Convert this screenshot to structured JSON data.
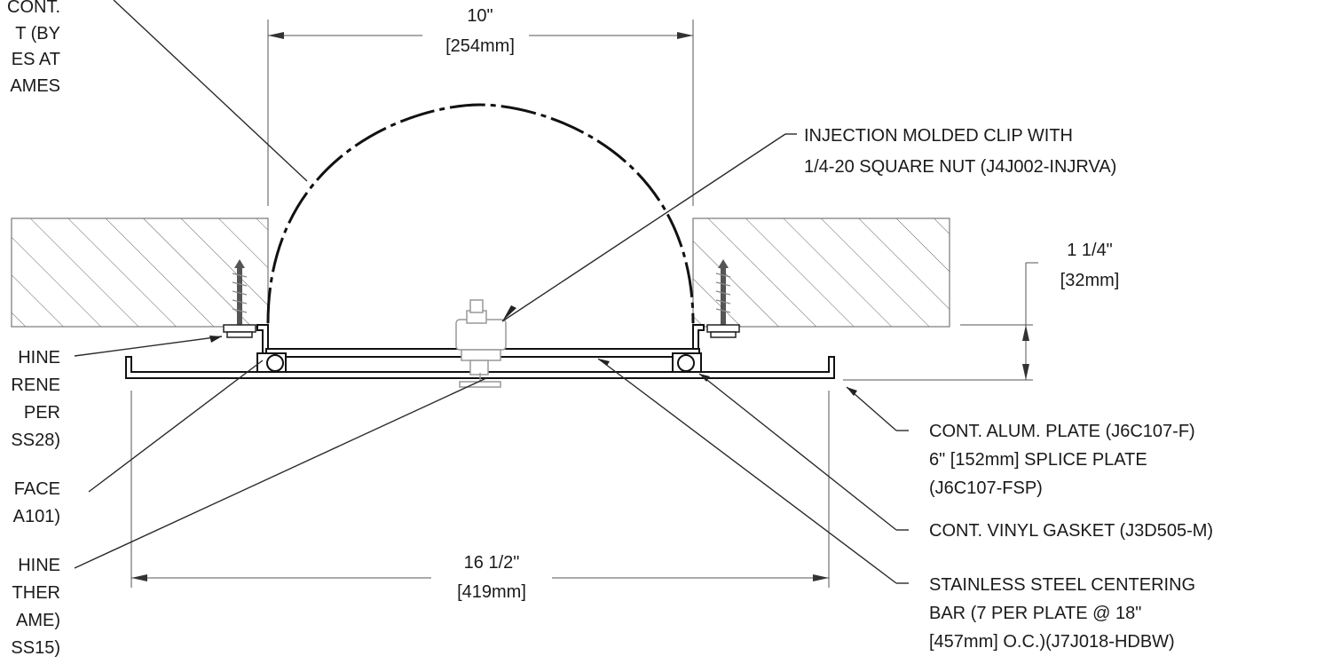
{
  "dimensions": {
    "opening_width": {
      "imperial": "10\"",
      "metric": "[254mm]"
    },
    "overall_width": {
      "imperial": "16 1/2\"",
      "metric": "[419mm]"
    },
    "height": {
      "imperial": "1 1/4\"",
      "metric": "[32mm]"
    }
  },
  "left_callouts": [
    {
      "lines": [
        "CONT.",
        "T (BY",
        "ES AT",
        "AMES"
      ]
    },
    {
      "lines": [
        "HINE",
        "RENE",
        "PER",
        "SS28)"
      ]
    },
    {
      "lines": [
        "FACE",
        "A101)"
      ]
    },
    {
      "lines": [
        "HINE",
        "THER",
        "AME)",
        "SS15)"
      ]
    }
  ],
  "right_callouts": [
    {
      "lines": [
        "INJECTION MOLDED CLIP WITH",
        "1/4-20 SQUARE NUT (J4J002-INJRVA)"
      ]
    },
    {
      "lines": [
        "CONT. ALUM. PLATE (J6C107-F)",
        "6\" [152mm] SPLICE PLATE",
        "(J6C107-FSP)"
      ]
    },
    {
      "lines": [
        "CONT. VINYL GASKET (J3D505-M)"
      ]
    },
    {
      "lines": [
        "STAINLESS STEEL CENTERING",
        "BAR (7 PER PLATE @ 18\"",
        "[457mm] O.C.)(J7J018-HDBW)"
      ]
    }
  ]
}
